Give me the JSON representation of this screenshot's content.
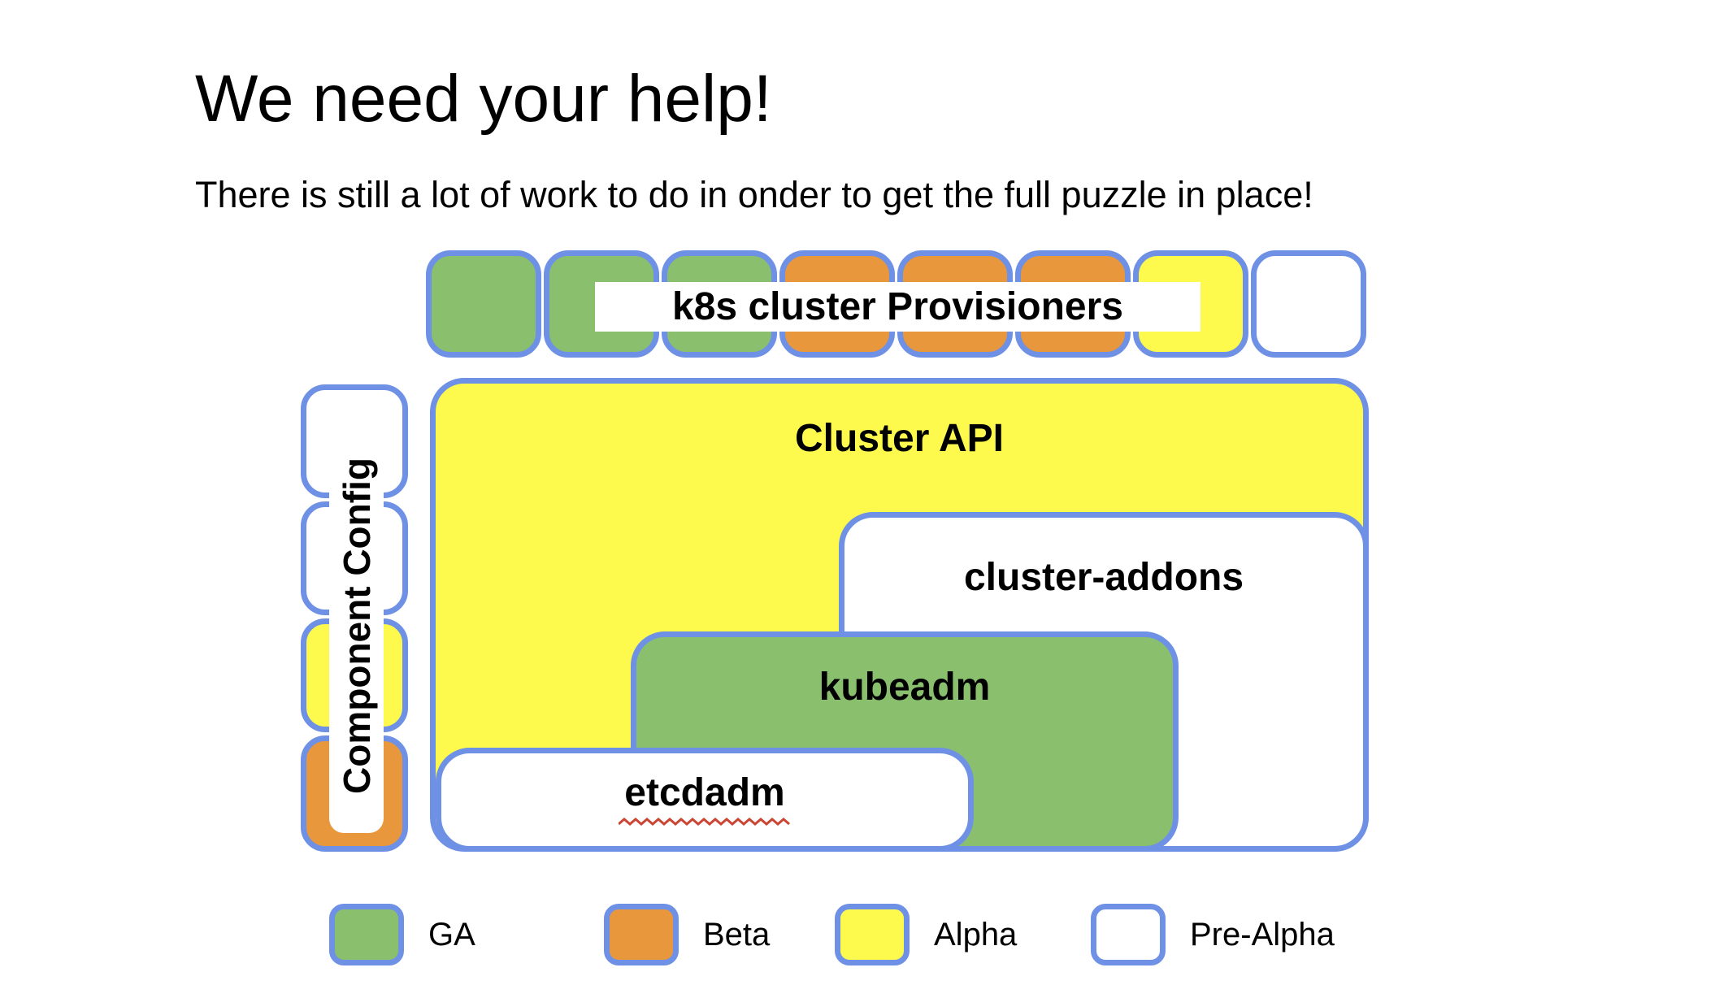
{
  "slide": {
    "title": "We need your help!",
    "subtitle": "There is still a lot of work to do in onder to get the full puzzle in place!"
  },
  "colors": {
    "ga_green": "#8abf6e",
    "beta_orange": "#e8973c",
    "alpha_yellow": "#fdfa4d",
    "prealpha_white": "#ffffff",
    "border_blue": "#6f91e5",
    "squiggle_red": "#cc4433"
  },
  "diagram": {
    "provisioners_label": "k8s cluster Provisioners",
    "provisioner_pieces_statuses": [
      "ga",
      "ga",
      "ga",
      "beta",
      "beta",
      "beta",
      "alpha",
      "pre-alpha"
    ],
    "component_config": {
      "label": "Component Config",
      "segments_statuses": [
        "pre-alpha",
        "pre-alpha",
        "alpha",
        "beta"
      ]
    },
    "boxes": {
      "cluster_api": {
        "label": "Cluster API",
        "status": "alpha"
      },
      "cluster_addons": {
        "label": "cluster-addons",
        "status": "pre-alpha"
      },
      "kubeadm": {
        "label": "kubeadm",
        "status": "ga"
      },
      "etcdadm": {
        "label": "etcdadm",
        "status": "pre-alpha"
      }
    }
  },
  "legend": [
    {
      "label": "GA",
      "status": "ga"
    },
    {
      "label": "Beta",
      "status": "beta"
    },
    {
      "label": "Alpha",
      "status": "alpha"
    },
    {
      "label": "Pre-Alpha",
      "status": "pre-alpha"
    }
  ]
}
